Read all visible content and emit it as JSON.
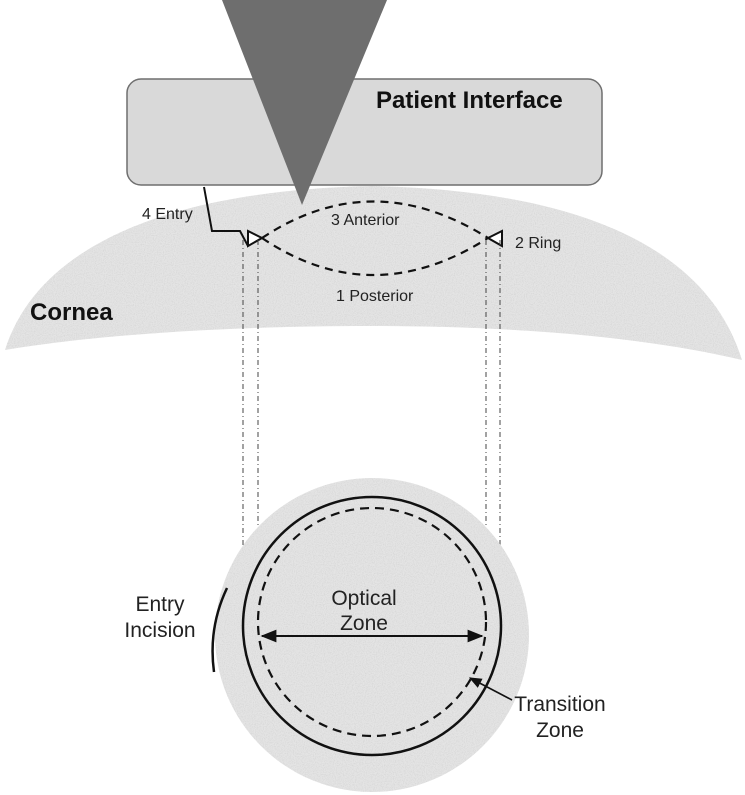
{
  "labels": {
    "patient_interface": "Patient Interface",
    "cornea": "Cornea",
    "entry_4": "4 Entry",
    "anterior_3": "3 Anterior",
    "ring_2": "2 Ring",
    "posterior_1": "1 Posterior",
    "optical_zone_line1": "Optical",
    "optical_zone_line2": "Zone",
    "entry_incision_line1": "Entry",
    "entry_incision_line2": "Incision",
    "transition_zone_line1": "Transition",
    "transition_zone_line2": "Zone"
  },
  "colors": {
    "tissue": "#e4e4e4",
    "interface_fill": "#d9d9d9",
    "interface_stroke": "#6f6f6f",
    "laser_cone": "#6e6e6e",
    "line": "#111111",
    "projection_line": "#444444"
  }
}
